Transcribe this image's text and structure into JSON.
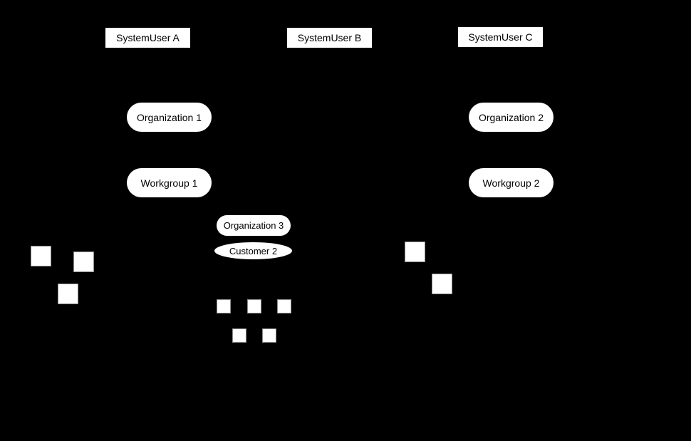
{
  "diagram": {
    "background_color": "#000000",
    "node_fill_color": "#ffffff",
    "node_text_color": "#000000",
    "square_border_color": "#8c8c8c",
    "system_users": [
      {
        "id": "systemuser-a",
        "label": "SystemUser A"
      },
      {
        "id": "systemuser-b",
        "label": "SystemUser B"
      },
      {
        "id": "systemuser-c",
        "label": "SystemUser C"
      }
    ],
    "group_nodes": [
      {
        "id": "organization-1",
        "label": "Organization 1"
      },
      {
        "id": "workgroup-1",
        "label": "Workgroup 1"
      },
      {
        "id": "organization-2",
        "label": "Organization 2"
      },
      {
        "id": "workgroup-2",
        "label": "Workgroup 2"
      },
      {
        "id": "organization-3",
        "label": "Organization 3"
      },
      {
        "id": "customer-2",
        "label": "Customer 2"
      }
    ],
    "unlabeled_square_count": 10
  }
}
